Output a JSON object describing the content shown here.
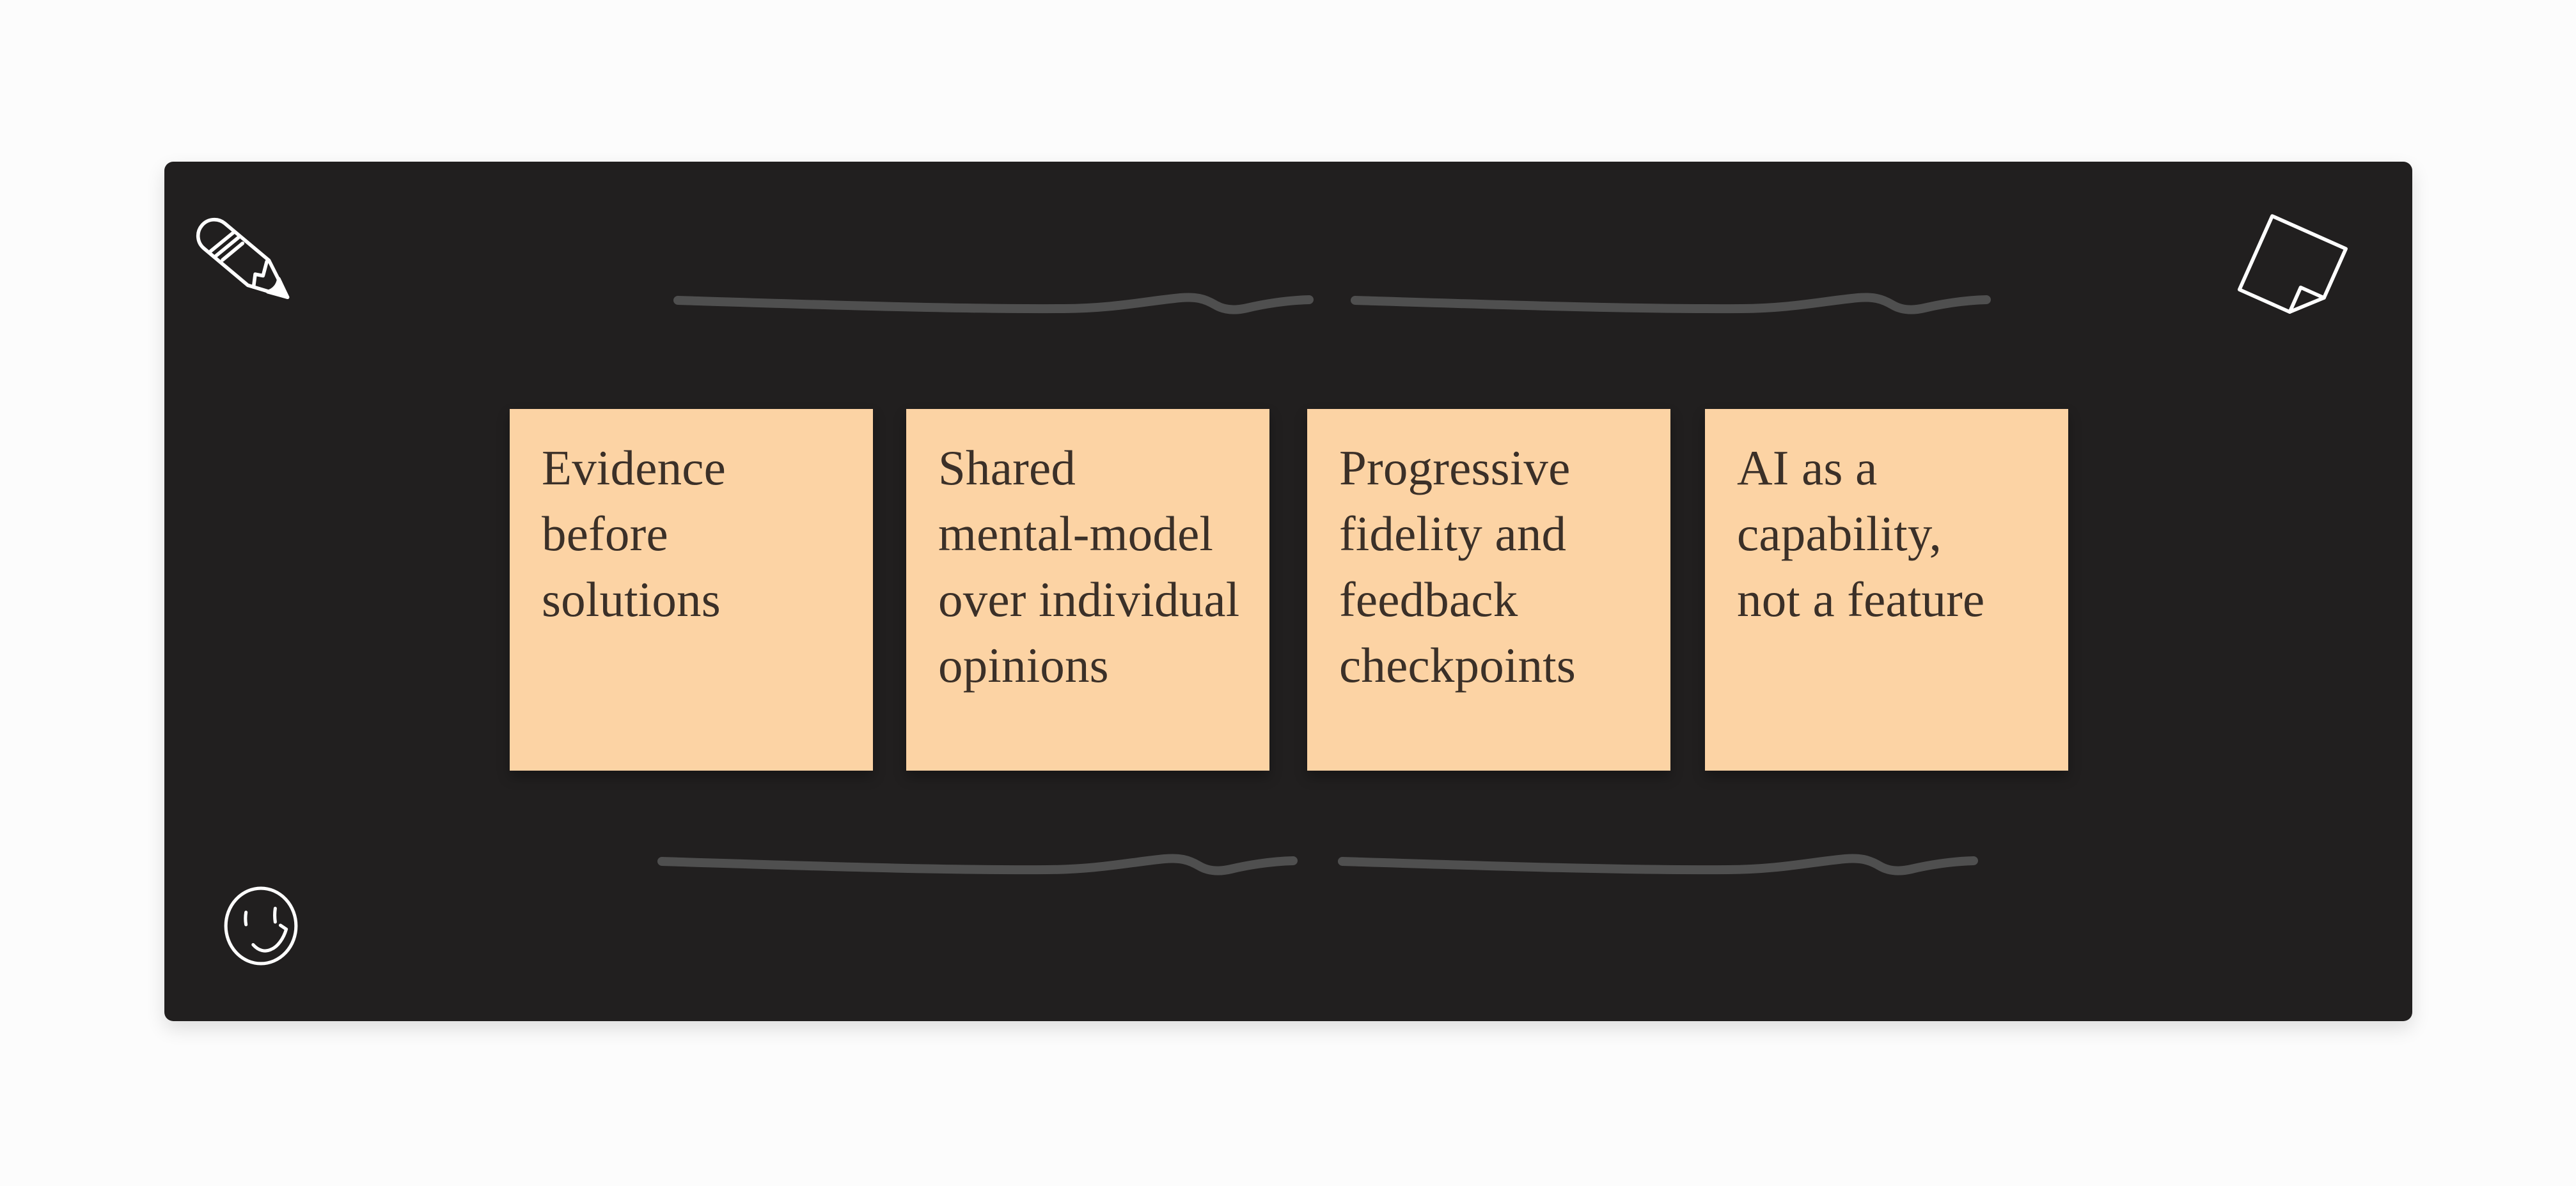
{
  "theme": {
    "page-bg": "#fcfcfc",
    "board-bg": "#211f1f",
    "note-bg": "#fcd3a4",
    "note-text": "#3b3028",
    "line-color": "#4f4f4f",
    "icon-color": "#ffffff"
  },
  "board": {
    "notes": [
      {
        "text": "Evidence\nbefore\nsolutions"
      },
      {
        "text": "Shared\nmental-model\nover individual\nopinions"
      },
      {
        "text": "Progressive\nfidelity and\nfeedback\ncheckpoints"
      },
      {
        "text": "AI as a\ncapability,\nnot a feature"
      }
    ],
    "icons": {
      "top_left": "pencil-icon",
      "top_right": "folded-note-icon",
      "bottom_left": "smiley-icon"
    }
  }
}
